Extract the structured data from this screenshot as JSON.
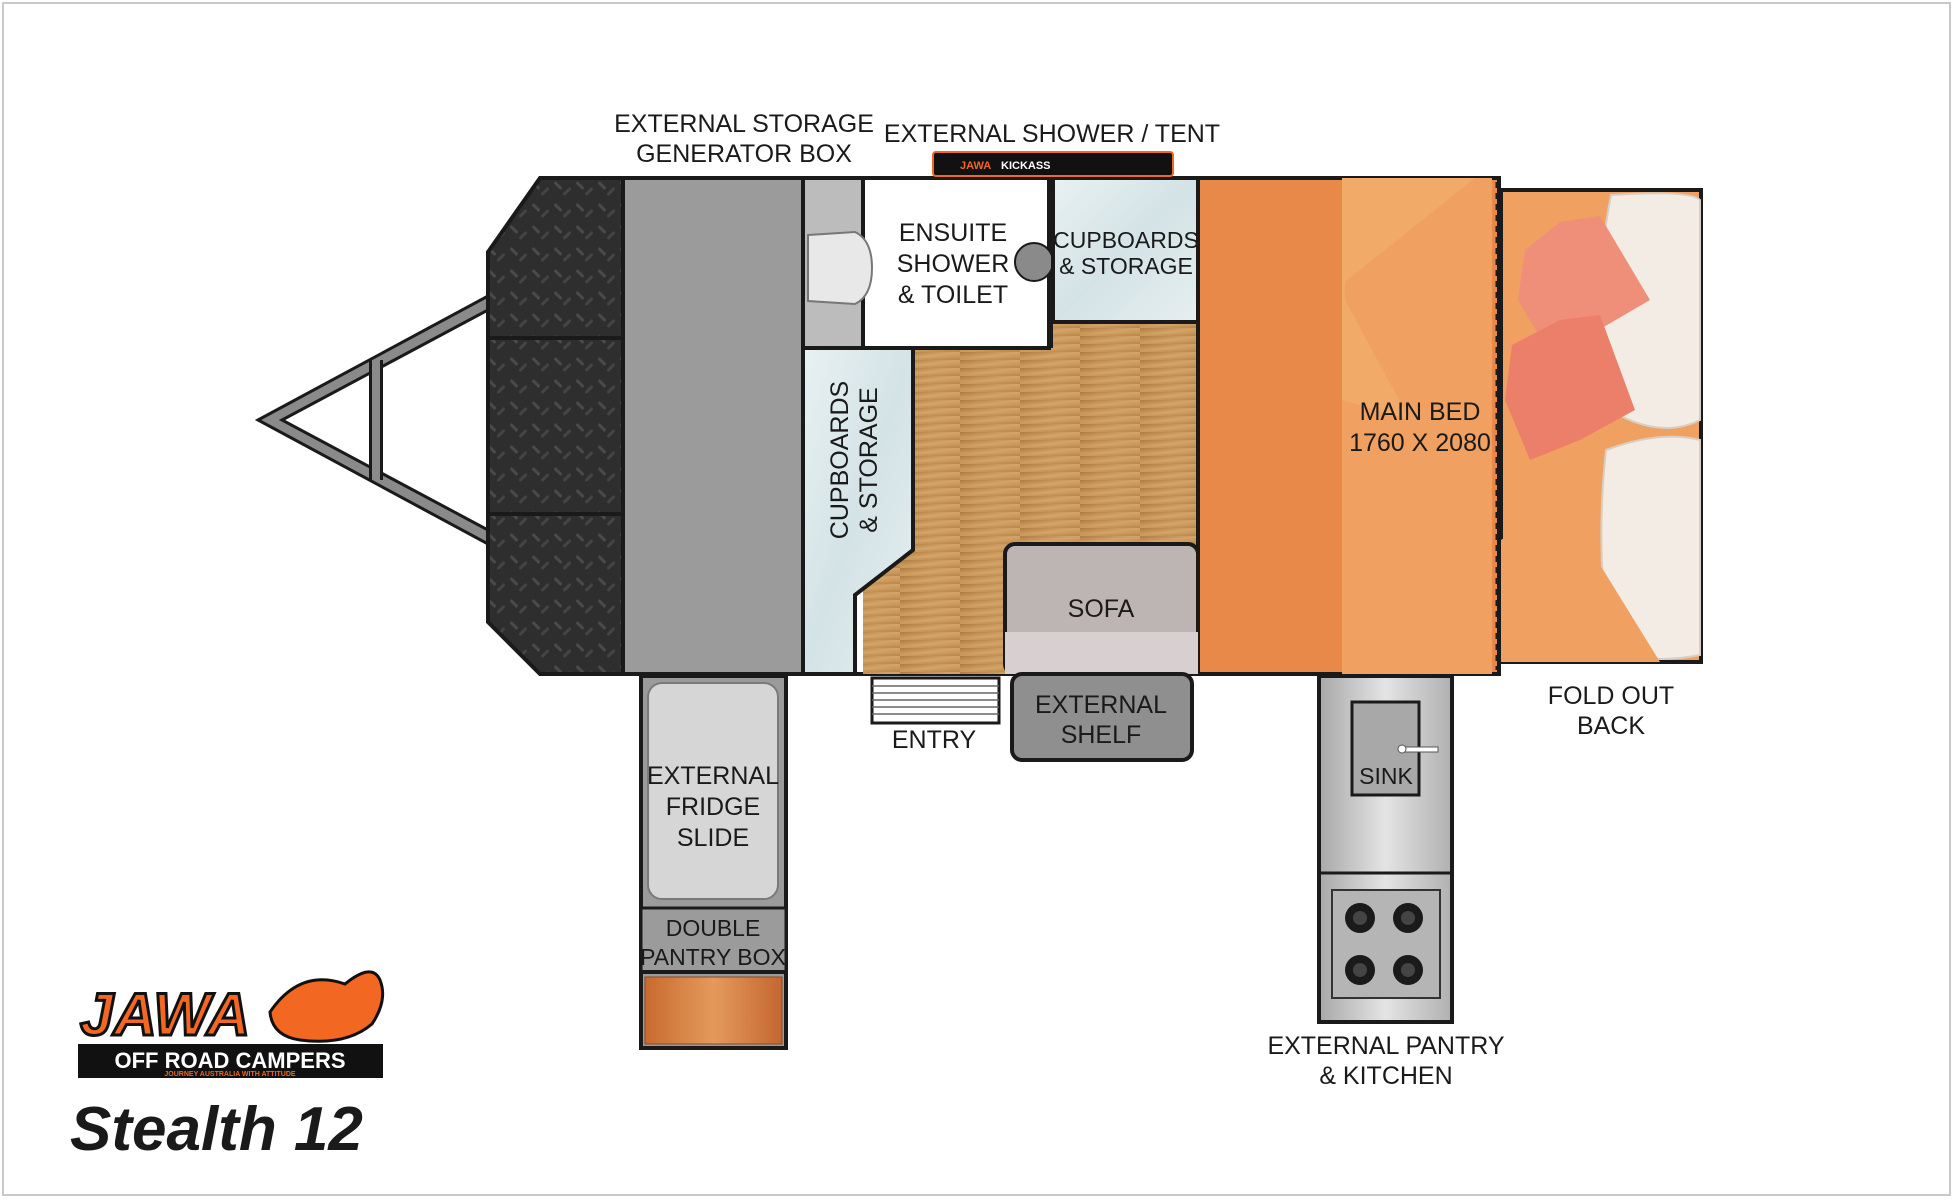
{
  "model": "Stealth 12",
  "brand": {
    "logo_word": "JAWA",
    "name": "OFF ROAD CAMPERS",
    "tagline": "JOURNEY AUSTRALIA WITH ATTITUDE",
    "badge_text": "KICKASS"
  },
  "labels": {
    "external_storage": [
      "EXTERNAL STORAGE",
      "GENERATOR BOX"
    ],
    "external_shower": "EXTERNAL SHOWER / TENT",
    "ensuite": [
      "ENSUITE",
      "SHOWER",
      "& TOILET"
    ],
    "cupboards_top": [
      "CUPBOARDS",
      "& STORAGE"
    ],
    "cupboards_side": [
      "CUPBOARDS",
      "& STORAGE"
    ],
    "main_bed": [
      "MAIN BED",
      "1760 X 2080"
    ],
    "sofa": "SOFA",
    "external_shelf": [
      "EXTERNAL",
      "SHELF"
    ],
    "entry": "ENTRY",
    "external_fridge": [
      "EXTERNAL",
      "FRIDGE",
      "SLIDE"
    ],
    "double_pantry": [
      "DOUBLE",
      "PANTRY BOX"
    ],
    "sink": "SINK",
    "external_kitchen": [
      "EXTERNAL PANTRY",
      "& KITCHEN"
    ],
    "fold_out": [
      "FOLD OUT",
      "BACK"
    ]
  },
  "colors": {
    "outline": "#1a1a1a",
    "checker_plate": "#2b2b2b",
    "storage_box": "#9b9b9b",
    "bed_orange": "#f0a060",
    "bed_dark_orange": "#e8894a",
    "floor_wood": "#c99555",
    "marble": "#dde9eb",
    "sofa": "#bdb4b4",
    "shelf": "#8f8f8f",
    "brand_orange": "#f26722"
  }
}
